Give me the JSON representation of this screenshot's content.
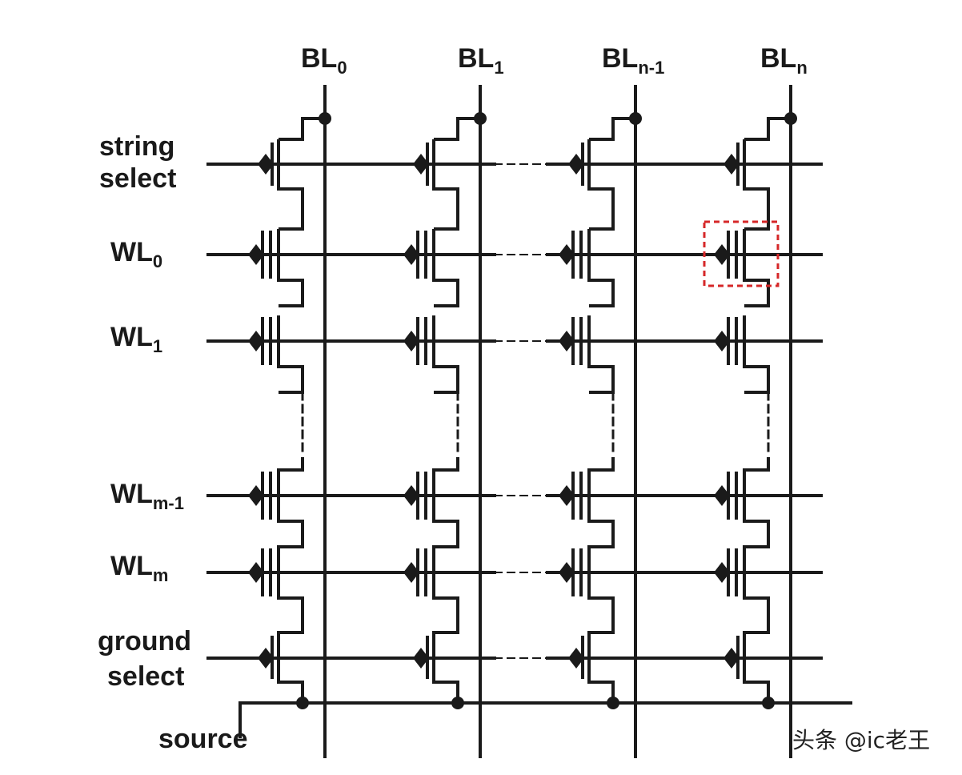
{
  "colors": {
    "line": "#1a1a1a",
    "highlight": "#d62728",
    "background": "#ffffff"
  },
  "labels": {
    "bitlines": [
      {
        "main": "BL",
        "sub": "0"
      },
      {
        "main": "BL",
        "sub": "1"
      },
      {
        "main": "BL",
        "sub": "n-1"
      },
      {
        "main": "BL",
        "sub": "n"
      }
    ],
    "string_select": [
      "string",
      "select"
    ],
    "wordlines": [
      {
        "main": "WL",
        "sub": "0"
      },
      {
        "main": "WL",
        "sub": "1"
      },
      {
        "main": "WL",
        "sub": "m-1"
      },
      {
        "main": "WL",
        "sub": "m"
      }
    ],
    "ground_select": [
      "ground",
      "select"
    ],
    "source": "source"
  },
  "watermark": "头条 @ic老王"
}
